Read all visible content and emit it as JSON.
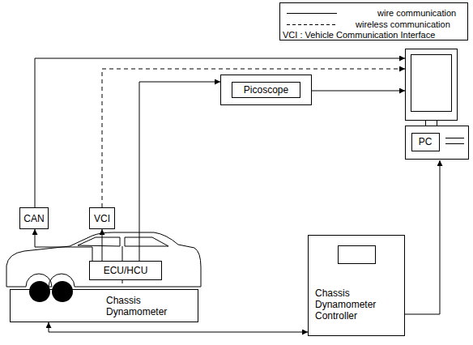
{
  "diagram": {
    "nodes": [
      {
        "text": [
          "CAN"
        ]
      },
      {
        "text": [
          "VCI"
        ]
      },
      {
        "text": [
          "Picoscope"
        ]
      },
      {
        "text": [
          "PC"
        ]
      },
      {
        "text": [
          "ECU/HCU"
        ]
      },
      {
        "text": [
          "Chassis Dynamometer"
        ]
      },
      {
        "text": [
          "Chassis Dynamometer Controller"
        ]
      }
    ],
    "edges": [
      {
        "from": 0,
        "to": 3,
        "arrow": "to"
      },
      {
        "from": 1,
        "to": 3,
        "arrow": "to"
      },
      {
        "from": 4,
        "to": 0,
        "arrow": "to"
      },
      {
        "from": 4,
        "to": 1,
        "arrow": "to"
      },
      {
        "from": 4,
        "to": 2,
        "arrow": "to"
      },
      {
        "from": 2,
        "to": 3,
        "arrow": "to"
      },
      {
        "from": 6,
        "to": 3,
        "arrow": "to"
      },
      {
        "from": 5,
        "to": 6,
        "arrow": "both"
      }
    ],
    "legend": [
      {
        "text": "wire communication"
      },
      {
        "text": "wireless communication"
      },
      {
        "text": "VCI : Vehicle Communication Interface"
      }
    ]
  }
}
